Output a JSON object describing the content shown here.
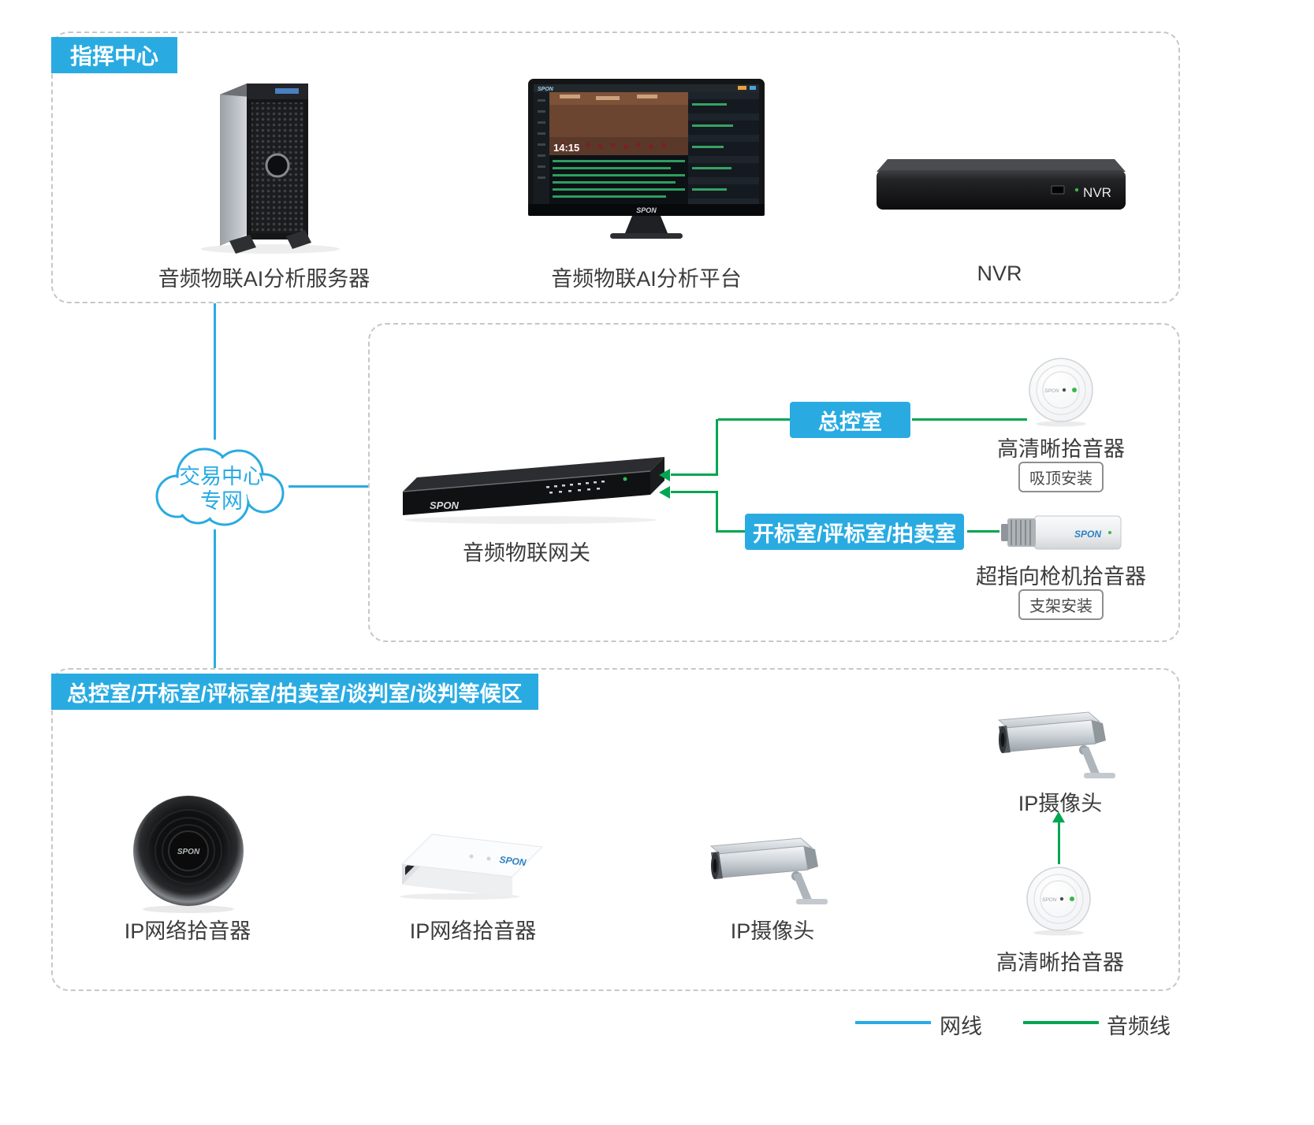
{
  "colors": {
    "network_line": "#29abe2",
    "audio_line": "#00a651",
    "badge_bg": "#29abe2",
    "label_text": "#3c3c3c"
  },
  "command_center": {
    "title": "指挥中心",
    "devices": [
      {
        "label": "音频物联AI分析服务器"
      },
      {
        "label": "音频物联AI分析平台"
      },
      {
        "label": "NVR"
      }
    ]
  },
  "gateway_area": {
    "gateway_label": "音频物联网关",
    "room1": {
      "badge": "总控室",
      "device_label": "高清晰拾音器",
      "mount": "吸顶安装"
    },
    "room2": {
      "badge": "开标室/评标室/拍卖室",
      "device_label": "超指向枪机拾音器",
      "mount": "支架安装"
    }
  },
  "cloud": {
    "line1": "交易中心",
    "line2": "专网"
  },
  "rooms_area": {
    "title": "总控室/开标室/评标室/拍卖室/谈判室/谈判等候区",
    "devices": [
      {
        "label": "IP网络拾音器"
      },
      {
        "label": "IP网络拾音器"
      },
      {
        "label": "IP摄像头"
      },
      {
        "label": "IP摄像头"
      },
      {
        "label": "高清晰拾音器"
      }
    ]
  },
  "legend": {
    "network": "网线",
    "audio": "音频线"
  },
  "device_texts": {
    "brand": "SPON",
    "nvr": "NVR",
    "monitor_time": "14:15"
  }
}
